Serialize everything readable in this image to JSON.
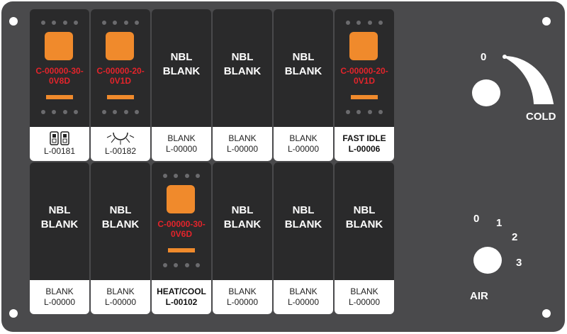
{
  "switches_top": [
    {
      "type": "lit",
      "part_line1": "C-00000-30-",
      "part_line2": "0V8D",
      "label_l2": "L-00181",
      "label_bold": false,
      "label_icon": "dual-switch-icon"
    },
    {
      "type": "lit",
      "part_line1": "C-00000-20-",
      "part_line2": "0V1D",
      "label_l2": "L-00182",
      "label_bold": false,
      "label_icon": "light-icon"
    },
    {
      "type": "blank",
      "nbl1": "NBL",
      "nbl2": "BLANK",
      "label_l1": "BLANK",
      "label_l2": "L-00000",
      "label_bold": false
    },
    {
      "type": "blank",
      "nbl1": "NBL",
      "nbl2": "BLANK",
      "label_l1": "BLANK",
      "label_l2": "L-00000",
      "label_bold": false
    },
    {
      "type": "blank",
      "nbl1": "NBL",
      "nbl2": "BLANK",
      "label_l1": "BLANK",
      "label_l2": "L-00000",
      "label_bold": false
    },
    {
      "type": "lit",
      "part_line1": "C-00000-20-",
      "part_line2": "0V1D",
      "label_l1": "FAST IDLE",
      "label_l2": "L-00006",
      "label_bold": true
    }
  ],
  "switches_bottom": [
    {
      "type": "blank",
      "nbl1": "NBL",
      "nbl2": "BLANK",
      "label_l1": "BLANK",
      "label_l2": "L-00000",
      "label_bold": false
    },
    {
      "type": "blank",
      "nbl1": "NBL",
      "nbl2": "BLANK",
      "label_l1": "BLANK",
      "label_l2": "L-00000",
      "label_bold": false
    },
    {
      "type": "lit",
      "part_line1": "C-00000-30-",
      "part_line2": "0V6D",
      "label_l1": "HEAT/COOL",
      "label_l2": "L-00102",
      "label_bold": true
    },
    {
      "type": "blank",
      "nbl1": "NBL",
      "nbl2": "BLANK",
      "label_l1": "BLANK",
      "label_l2": "L-00000",
      "label_bold": false
    },
    {
      "type": "blank",
      "nbl1": "NBL",
      "nbl2": "BLANK",
      "label_l1": "BLANK",
      "label_l2": "L-00000",
      "label_bold": false
    },
    {
      "type": "blank",
      "nbl1": "NBL",
      "nbl2": "BLANK",
      "label_l1": "BLANK",
      "label_l2": "L-00000",
      "label_bold": false
    }
  ],
  "temp_control": {
    "zero_label": "0",
    "cold_label": "COLD"
  },
  "air_control": {
    "pos0": "0",
    "pos1": "1",
    "pos2": "2",
    "pos3": "3",
    "air_label": "AIR"
  },
  "colors": {
    "panel": "#4a4a4c",
    "switch_body": "#2a2a2b",
    "indicator": "#f08a2c",
    "part_text": "#e3242b"
  }
}
